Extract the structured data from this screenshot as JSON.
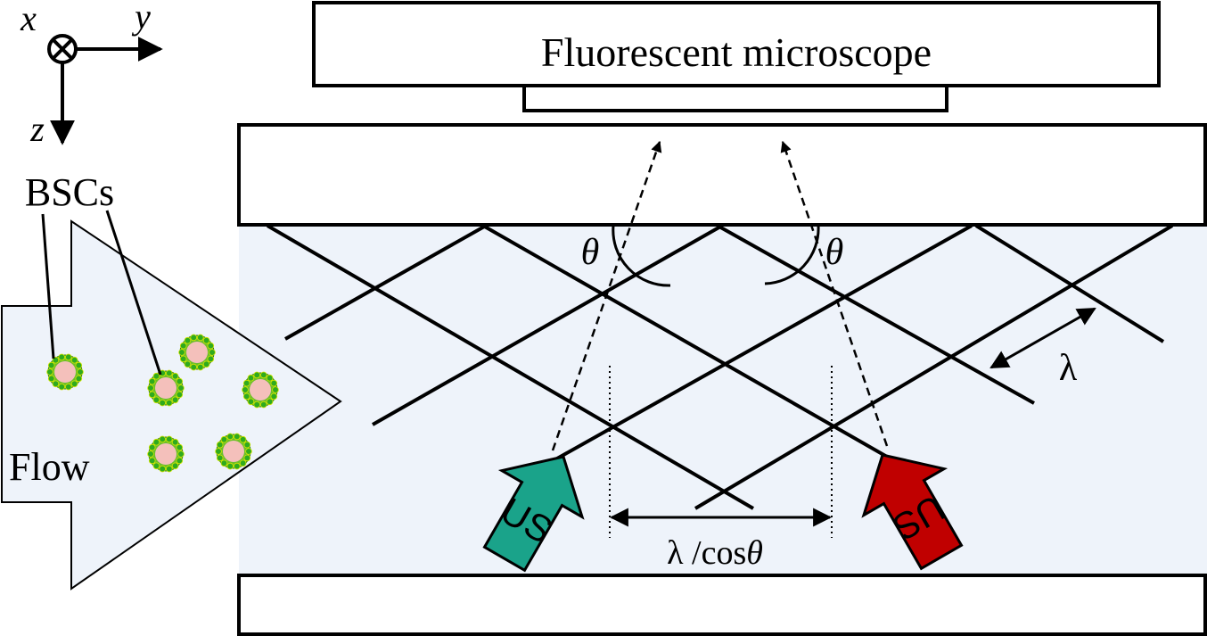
{
  "axes": {
    "x_label": "x",
    "y_label": "y",
    "z_label": "z"
  },
  "cells_label": "BSCs",
  "flow_label": "Flow",
  "microscope_label": "Fluorescent microscope",
  "angle_symbol": "θ",
  "wavelength_label": "λ",
  "spacing_label_lambda": "λ /cos",
  "spacing_label_theta": "θ",
  "transducers": [
    {
      "label": "US",
      "color": "#1aa38a"
    },
    {
      "label": "US",
      "color": "#c00000"
    }
  ],
  "colors": {
    "channel_fill": "#eef3fa",
    "cell_core": "#f4c0bb",
    "cell_ring": "#6bbf2a",
    "cell_dot": "#2faa1e"
  }
}
